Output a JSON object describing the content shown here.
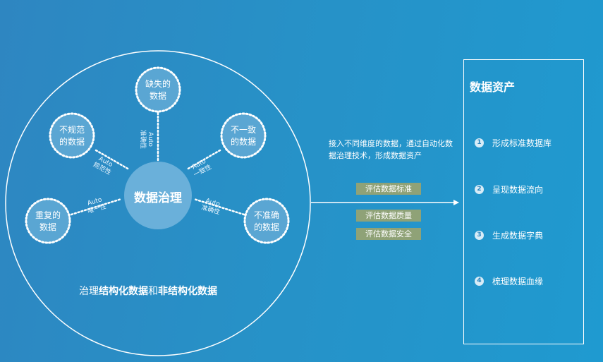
{
  "center": {
    "label": "数据治理"
  },
  "nodes": [
    {
      "id": "missing",
      "line1": "缺失的",
      "line2": "数据",
      "auto": "Auto",
      "attr": "准确性"
    },
    {
      "id": "nonstandard",
      "line1": "不规范",
      "line2": "的数据",
      "auto": "Auto",
      "attr": "规范性"
    },
    {
      "id": "inconsistent",
      "line1": "不一致",
      "line2": "的数据",
      "auto": "Auto",
      "attr": "一致性"
    },
    {
      "id": "duplicate",
      "line1": "重复的",
      "line2": "数据",
      "auto": "Auto",
      "attr": "唯一性"
    },
    {
      "id": "inaccurate",
      "line1": "不准确",
      "line2": "的数据",
      "auto": "Auto",
      "attr": "准确性"
    }
  ],
  "caption": {
    "prefix": "治理",
    "bold1": "结构化数据",
    "mid": "和",
    "bold2": "非结构化数据"
  },
  "arrow_description": "接入不同维度的数据，通过自动化数据治理技术，形成数据资产",
  "tags": [
    "评估数据标准",
    "评估数据质量",
    "评估数据安全"
  ],
  "assets": {
    "title": "数据资产",
    "items": [
      {
        "num": "1",
        "label": "形成标准数据库"
      },
      {
        "num": "2",
        "label": "呈现数据流向"
      },
      {
        "num": "3",
        "label": "生成数据字典"
      },
      {
        "num": "4",
        "label": "梳理数据血缘"
      }
    ]
  },
  "colors": {
    "background": "#2791c7",
    "tag": "#8fa277",
    "node_fill": "#5aa6d3",
    "center_fill": "#6ab0da"
  }
}
